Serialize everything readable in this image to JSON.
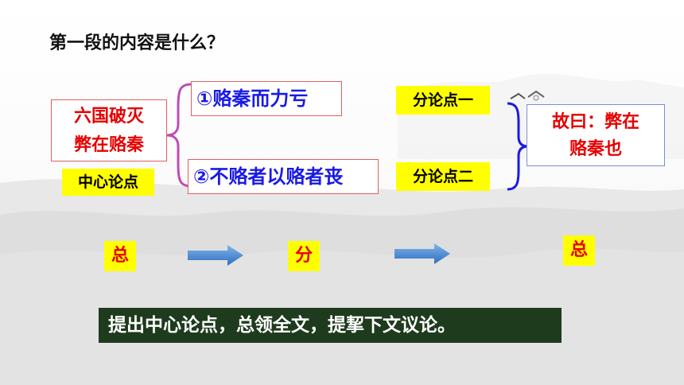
{
  "slide": {
    "question": "第一段的内容是什么？",
    "thesis_line1": "六国破灭",
    "thesis_line2": "弊在赂秦",
    "thesis_label": "中心论点",
    "sub_point_1": "①赂秦而力亏",
    "sub_point_2": "②不赂者以赂者丧",
    "sub_label_1": "分论点一",
    "sub_label_2": "分论点二",
    "conclusion_line1": "故曰：弊在",
    "conclusion_line2": "赂秦也",
    "structure": [
      "总",
      "分",
      "总"
    ],
    "summary": "提出中心论点，总领全文，提挈下文议论。"
  },
  "colors": {
    "red": "#e60000",
    "yellow": "#ffff00",
    "summary_bg": "#1e3b1e",
    "brace": "#c04bb5",
    "arrow": "#3f7fc9"
  }
}
